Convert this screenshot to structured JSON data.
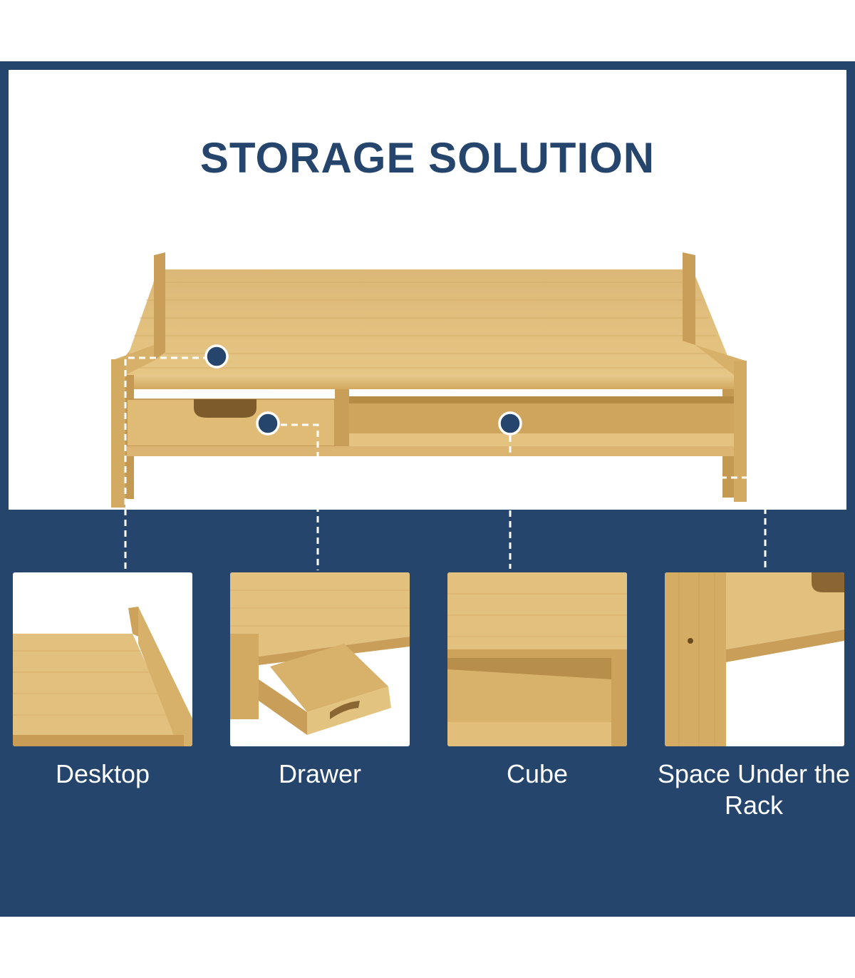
{
  "title": "STORAGE SOLUTION",
  "colors": {
    "navy": "#25456d",
    "white": "#ffffff",
    "bamboo_light": "#e3c07a",
    "bamboo_mid": "#d8b06a",
    "bamboo_dark": "#b88f4a"
  },
  "features": [
    {
      "label": "Desktop",
      "icon": "desktop-surface"
    },
    {
      "label": "Drawer",
      "icon": "drawer"
    },
    {
      "label": "Cube",
      "icon": "open-cube"
    },
    {
      "label": "Space Under the Rack",
      "icon": "under-rack-space"
    }
  ]
}
